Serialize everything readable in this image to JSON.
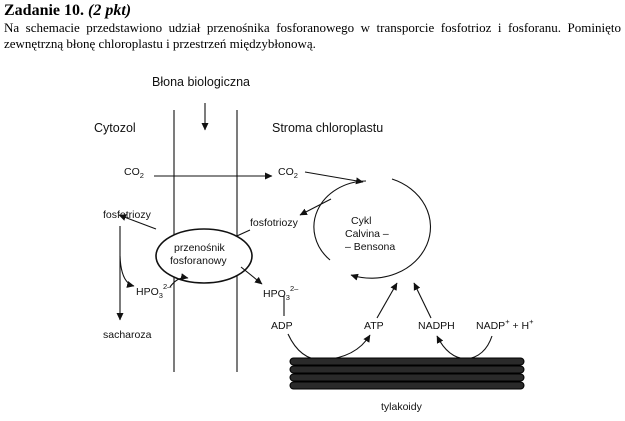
{
  "header": {
    "title": "Zadanie 10.",
    "points": "(2 pkt)",
    "intro": "Na schemacie przedstawiono udział przenośnika fosforanowego w transporcie fosfotrioz i fosforanu. Pominięto zewnętrzną błonę chloroplastu i przestrzeń międzybłonową."
  },
  "diagram": {
    "membrane": "Błona biologiczna",
    "cytozol": "Cytozol",
    "stroma": "Stroma chloroplastu",
    "co2_left": "CO",
    "co2_right": "CO",
    "co2_sub": "2",
    "fosfotriozy_left": "fosfotriozy",
    "fosfotriozy_right": "fosfotriozy",
    "carrier_line1": "przenośnik",
    "carrier_line2": "fosforanowy",
    "hpo3_base": "HPO",
    "hpo3_sub": "3",
    "hpo3_sup": "2–",
    "sacharoza": "sacharoza",
    "calvin_line1": "Cykl",
    "calvin_line2": "Calvina –",
    "calvin_line3": "– Bensona",
    "adp": "ADP",
    "atp": "ATP",
    "nadph": "NADPH",
    "nadp_base": "NADP",
    "nadp_sup": "+",
    "nadp_rest": " + H",
    "h_sup": "+",
    "tylakoidy": "tylakoidy"
  }
}
